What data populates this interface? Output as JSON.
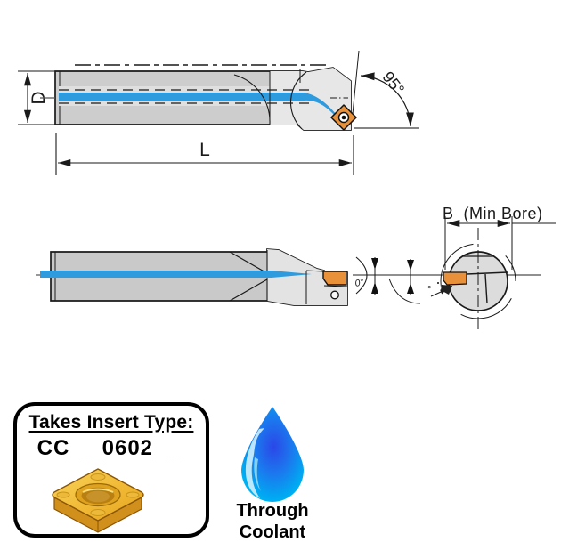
{
  "colors": {
    "coolant_blue": "#2E9BDF",
    "insert_orange": "#E8913A",
    "steel_gray": "#CDCDCD",
    "outline_black": "#1A1A1A",
    "insert_gold": "#F2C13E"
  },
  "views": {
    "side": {
      "diameter": "D",
      "length": "L",
      "lead_angle": "95°"
    },
    "plan": {
      "rake": "0°",
      "clearance": "°"
    },
    "end": {
      "min_bore": "B  (Min Bore)"
    }
  },
  "insert_box": {
    "heading": "Takes Insert Type:",
    "insert_code": "CC_ _0602_ _"
  },
  "coolant_badge": {
    "line1": "Through",
    "line2": "Coolant"
  }
}
